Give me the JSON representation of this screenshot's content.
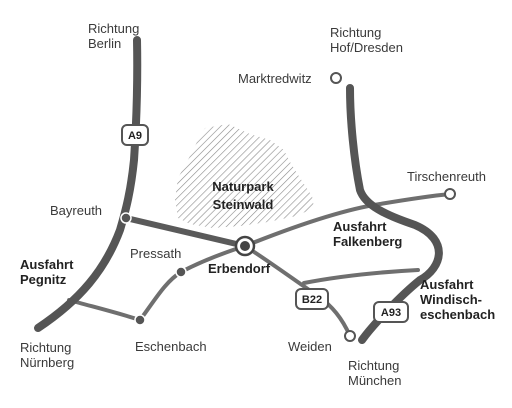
{
  "colors": {
    "highway": "#555555",
    "road": "#6f6f6f",
    "park_hatch": "#8a8a8a",
    "text": "#333333"
  },
  "park": {
    "name_line1": "Naturpark",
    "name_line2": "Steinwald"
  },
  "highway_shields": {
    "a9": "A9",
    "a93": "A93",
    "b22": "B22"
  },
  "directions": {
    "berlin": [
      "Richtung",
      "Berlin"
    ],
    "hof_dresden": [
      "Richtung",
      "Hof/Dresden"
    ],
    "nuernberg": [
      "Richtung",
      "Nürnberg"
    ],
    "muenchen": [
      "Richtung",
      "München"
    ]
  },
  "exits": {
    "pegnitz": [
      "Ausfahrt",
      "Pegnitz"
    ],
    "falkenberg": [
      "Ausfahrt",
      "Falkenberg"
    ],
    "windischeschenbach": [
      "Ausfahrt",
      "Windisch-",
      "eschenbach"
    ]
  },
  "towns": {
    "marktredwitz": "Marktredwitz",
    "tirschenreuth": "Tirschenreuth",
    "bayreuth": "Bayreuth",
    "pressath": "Pressath",
    "erbendorf": "Erbendorf",
    "eschenbach": "Eschenbach",
    "weiden": "Weiden"
  }
}
